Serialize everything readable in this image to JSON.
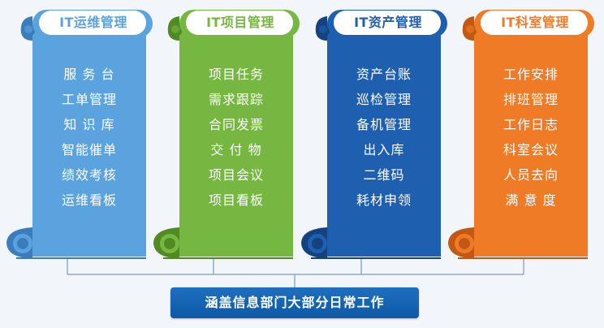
{
  "columns": [
    {
      "id": "ops",
      "title": "IT运维管理",
      "color": "#5ba3de",
      "dark": "#3a7dbc",
      "items": [
        "服 务 台",
        "工单管理",
        "知 识 库",
        "智能催单",
        "绩效考核",
        "运维看板"
      ]
    },
    {
      "id": "project",
      "title": "IT项目管理",
      "color": "#76b742",
      "dark": "#4f8a22",
      "items": [
        "项目任务",
        "需求跟踪",
        "合同发票",
        "交 付 物",
        "项目会议",
        "项目看板"
      ]
    },
    {
      "id": "asset",
      "title": "IT资产管理",
      "color": "#1f5fb0",
      "dark": "#14427f",
      "items": [
        "资产台账",
        "巡检管理",
        "备机管理",
        "出入库",
        "二维码",
        "耗材申领"
      ]
    },
    {
      "id": "dept",
      "title": "IT科室管理",
      "color": "#f07b27",
      "dark": "#c25812",
      "items": [
        "工作安排",
        "排班管理",
        "工作日志",
        "科室会议",
        "人员去向",
        "满 意 度"
      ]
    }
  ],
  "footer": {
    "label": "涵盖信息部门大部分日常工作"
  }
}
